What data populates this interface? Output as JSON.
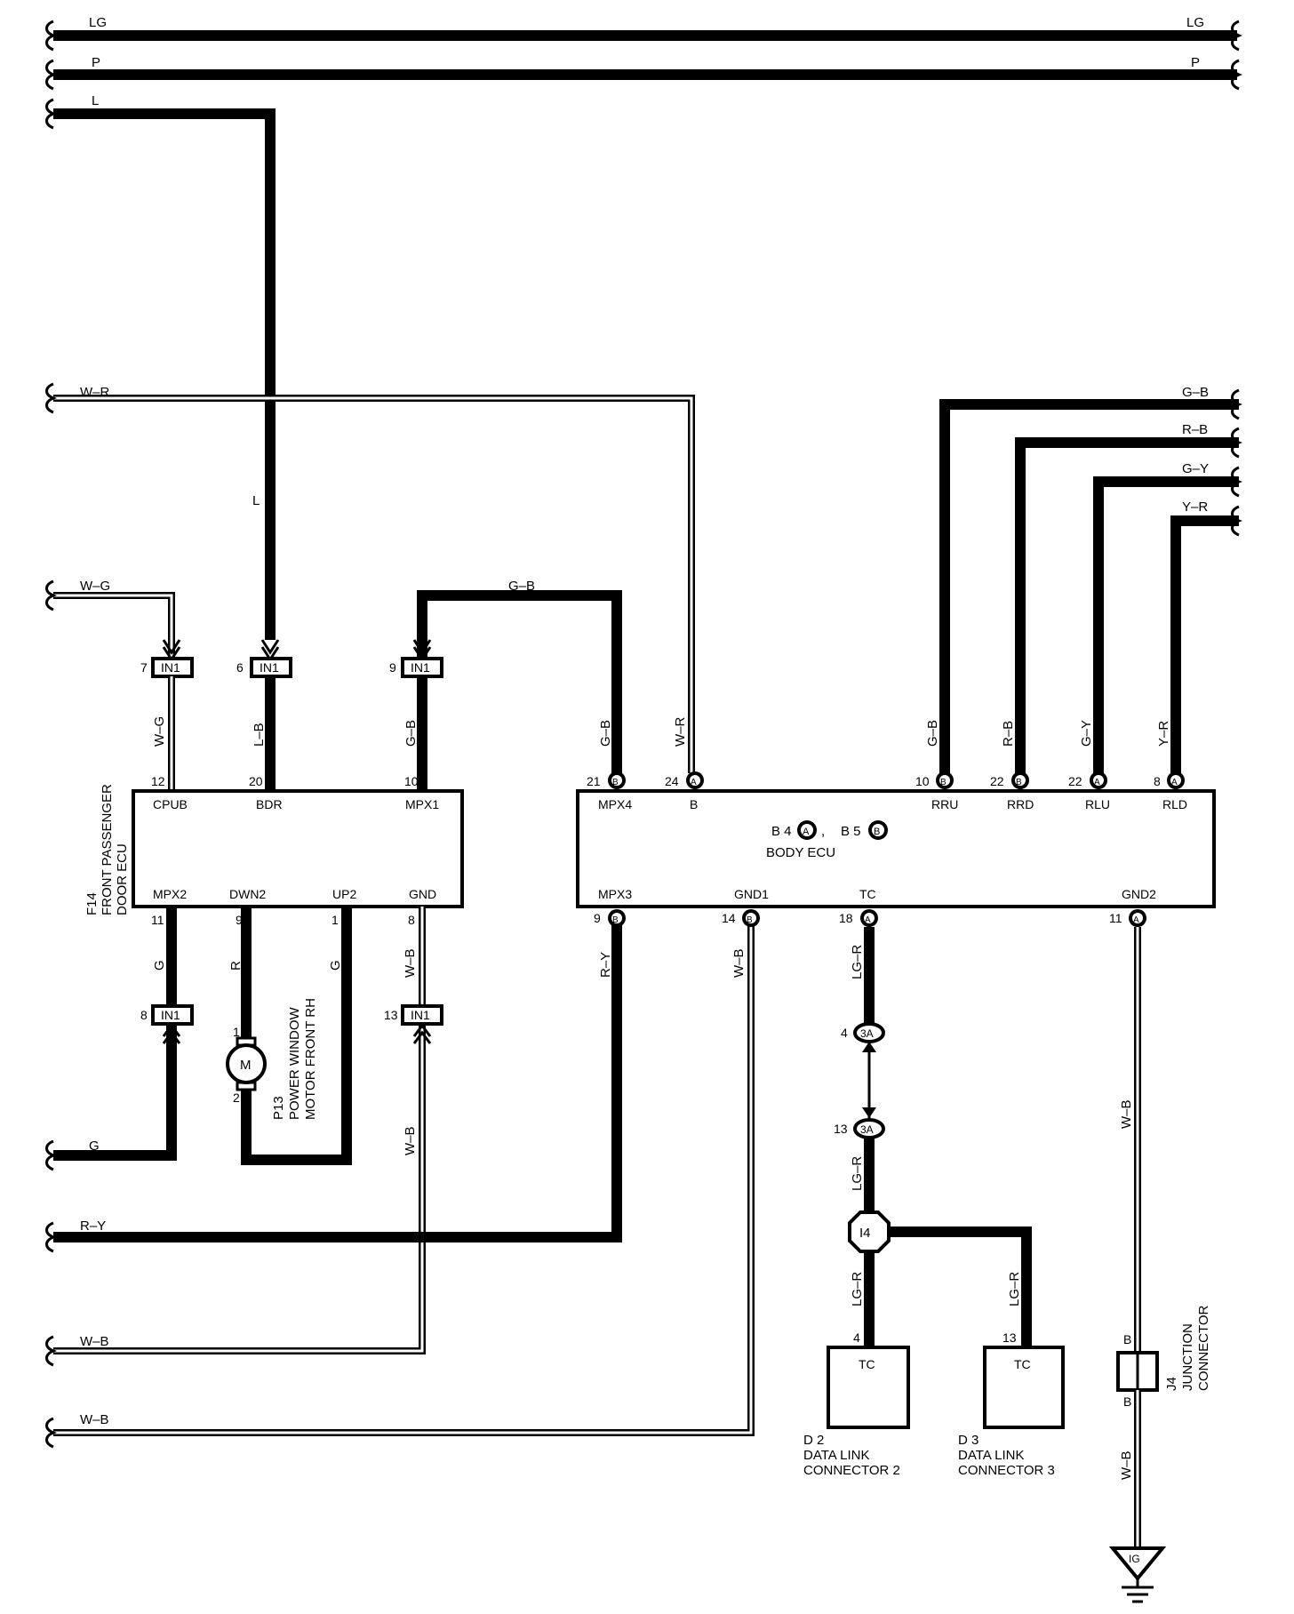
{
  "bus_wires": [
    {
      "left": "LG",
      "right": "LG"
    },
    {
      "left": "P",
      "right": "P"
    },
    {
      "left": "L",
      "right": ""
    }
  ],
  "left_wires": {
    "w_r": "W–R",
    "w_g": "W–G",
    "g": "G",
    "r_y": "R–Y",
    "w_b1": "W–B",
    "w_b2": "W–B"
  },
  "right_wires": [
    "G–B",
    "R–B",
    "G–Y",
    "Y–R"
  ],
  "connectors": {
    "in1": "IN1",
    "c3a": "3A",
    "i4": "I4",
    "ig": "IG"
  },
  "door_ecu": {
    "id": "F14",
    "name": "FRONT PASSENGER",
    "name2": "DOOR ECU",
    "top_pins": [
      {
        "num": "12",
        "label": "CPUB",
        "wire": "W–G",
        "in1_pin": "7"
      },
      {
        "num": "20",
        "label": "BDR",
        "wire": "L–B",
        "in1_pin": "6"
      },
      {
        "num": "10",
        "label": "MPX1",
        "wire": "G–B",
        "in1_pin": "9"
      }
    ],
    "bottom_pins": [
      {
        "num": "11",
        "label": "MPX2",
        "wire": "G"
      },
      {
        "num": "9",
        "label": "DWN2",
        "wire": "R"
      },
      {
        "num": "1",
        "label": "UP2",
        "wire": "G"
      },
      {
        "num": "8",
        "label": "GND",
        "wire": "W–B"
      }
    ],
    "in1_bottom": [
      {
        "pin": "8"
      },
      {
        "pin": "13"
      }
    ],
    "l_mid": "L",
    "g_b_top": "G–B",
    "w_b_lower": "W–B"
  },
  "motor": {
    "id": "P13",
    "name": "POWER WINDOW",
    "name2": "MOTOR FRONT RH",
    "symbol": "M",
    "pin_top": "1",
    "pin_bottom": "2"
  },
  "body_ecu": {
    "name": "BODY ECU",
    "conn_a": "B 4",
    "conn_b": "B 5",
    "sym_a": "A",
    "sym_b": "B",
    "top_pins": [
      {
        "num": "21",
        "conn": "B",
        "label": "MPX4",
        "wire": "G–B"
      },
      {
        "num": "24",
        "conn": "A",
        "label": "B",
        "wire": "W–R"
      },
      {
        "num": "10",
        "conn": "B",
        "label": "RRU",
        "wire": "G–B"
      },
      {
        "num": "22",
        "conn": "B",
        "label": "RRD",
        "wire": "R–B"
      },
      {
        "num": "22",
        "conn": "A",
        "label": "RLU",
        "wire": "G–Y"
      },
      {
        "num": "8",
        "conn": "A",
        "label": "RLD",
        "wire": "Y–R"
      }
    ],
    "bottom_pins": [
      {
        "num": "9",
        "conn": "B",
        "label": "MPX3",
        "wire": "R–Y"
      },
      {
        "num": "14",
        "conn": "B",
        "label": "GND1",
        "wire": "W–B"
      },
      {
        "num": "18",
        "conn": "A",
        "label": "TC",
        "wire": "LG–R"
      },
      {
        "num": "11",
        "conn": "A",
        "label": "GND2",
        "wire": "W–B"
      }
    ]
  },
  "tc_chain": {
    "pin_3a_top": "4",
    "pin_3a_bottom": "13",
    "wire1": "LG–R",
    "wire2": "LG–R",
    "wire3": "LG–R",
    "wire4": "LG–R"
  },
  "d2": {
    "id": "D 2",
    "name": "DATA LINK",
    "name2": "CONNECTOR 2",
    "label": "TC",
    "pin": "4"
  },
  "d3": {
    "id": "D 3",
    "name": "DATA LINK",
    "name2": "CONNECTOR 3",
    "label": "TC",
    "pin": "13"
  },
  "j4": {
    "id": "J4",
    "name": "JUNCTION",
    "name2": "CONNECTOR",
    "pin_top": "B",
    "pin_bottom": "B",
    "wire_top": "W–B",
    "wire_bottom": "W–B"
  },
  "colors": {
    "wire": "#000000",
    "background": "#ffffff"
  }
}
